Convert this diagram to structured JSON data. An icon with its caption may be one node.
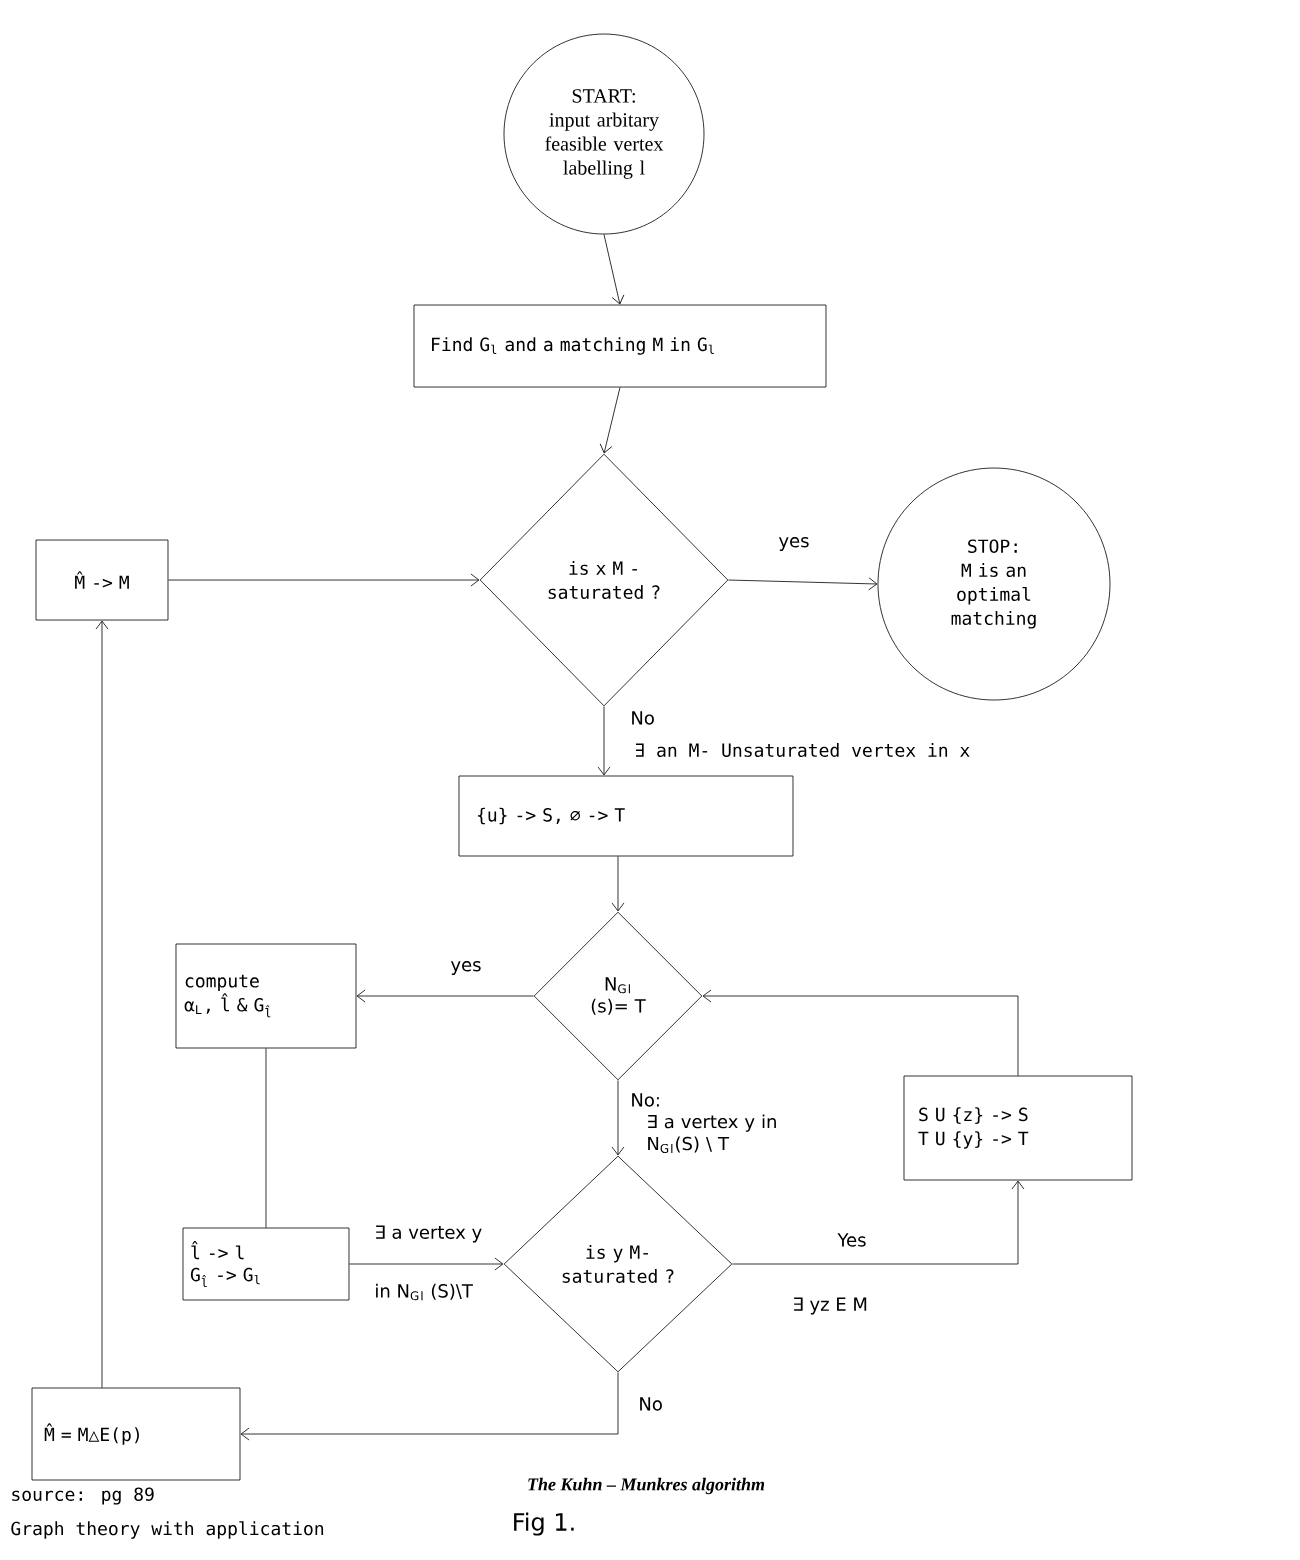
{
  "diagram": {
    "title": "The Kuhn – Munkres algorithm",
    "caption": "Fig 1.",
    "nodes": [
      {
        "text": [
          "START:",
          "input arbitary feasible vertex labelling l"
        ]
      },
      {
        "text": [
          "Find G$_{l}$ and a matching M in G$_{l}$"
        ]
      },
      {
        "text": [
          "is x M - saturated ?"
        ]
      },
      {
        "text": [
          "STOP:",
          "M is an optimal matching"
        ]
      },
      {
        "text": [
          "M̂ -> M"
        ]
      },
      {
        "text": [
          "{u} -> S, ∅ -> T"
        ]
      },
      {
        "text": [
          "N$_{G}$$_{l}$ (s)= T"
        ]
      },
      {
        "text": [
          "compute",
          "α$_{L}$, l̂ & G$_{l̂}$"
        ]
      },
      {
        "text": [
          "S U {z} -> S",
          "T U {y} -> T"
        ]
      },
      {
        "text": [
          "is y M-saturated ?"
        ]
      },
      {
        "text": [
          "l̂ -> l",
          "G$_{l̂}$ -> G$_{l}$"
        ]
      },
      {
        "text": [
          "M̂ = M△E(p)"
        ]
      }
    ],
    "edges": [
      {
        "from": 0,
        "to": 1,
        "arrow": "to"
      },
      {
        "from": 1,
        "to": 2,
        "arrow": "to"
      },
      {
        "from": 2,
        "to": 3,
        "arrow": "to",
        "label": "yes"
      },
      {
        "from": 4,
        "to": 2,
        "arrow": "to"
      },
      {
        "from": 2,
        "to": 5,
        "arrow": "to",
        "label": "No"
      },
      {
        "from": 5,
        "to": 6,
        "arrow": "to"
      },
      {
        "from": 6,
        "to": 7,
        "arrow": "to",
        "label": "yes"
      },
      {
        "from": 6,
        "to": 9,
        "arrow": "to",
        "label": "No:"
      },
      {
        "from": 8,
        "to": 6,
        "arrow": "to"
      },
      {
        "from": 9,
        "to": 8,
        "arrow": "to",
        "label": "Yes"
      },
      {
        "from": 10,
        "to": 9,
        "arrow": "to"
      },
      {
        "from": 7,
        "to": 10,
        "arrow": "none"
      },
      {
        "from": 9,
        "to": 11,
        "arrow": "to",
        "label": "No"
      },
      {
        "from": 11,
        "to": 4,
        "arrow": "to"
      }
    ],
    "labels": [
      "∃ an M- Unsaturated vertex in x",
      "∃ a vertex y in N$_{G}$$_{l}$(S) \\ T",
      "∃ a vertex y",
      "in N$_{G}$$_{l}$ (S)\\T",
      "∃ yz E M",
      "source: pg 89",
      "Graph theory with application"
    ]
  }
}
